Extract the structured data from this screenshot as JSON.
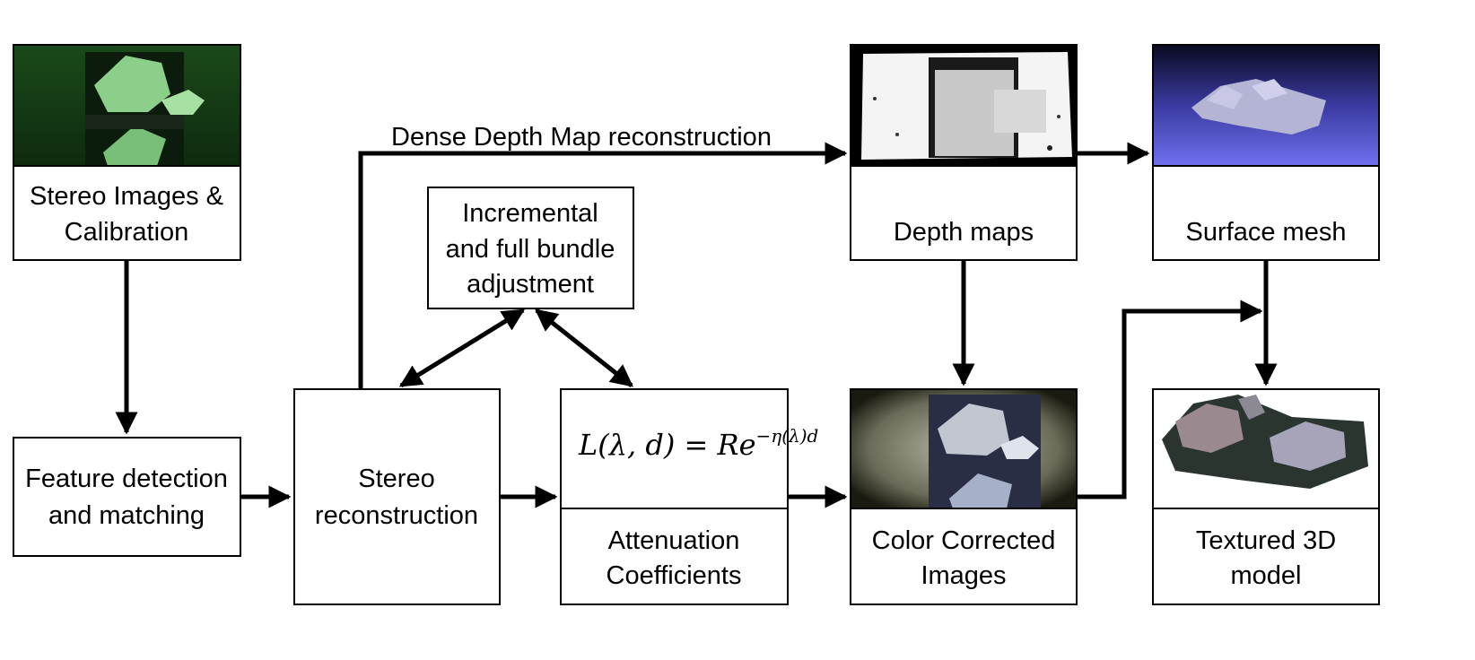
{
  "boxes": {
    "stereo_images": [
      "Stereo Images &",
      "Calibration"
    ],
    "feature_detection": [
      "Feature detection",
      "and matching"
    ],
    "stereo_reconstruction": [
      "Stereo",
      "reconstruction"
    ],
    "bundle_adjustment": [
      "Incremental",
      "and full bundle",
      "adjustment"
    ],
    "attenuation": [
      "Attenuation",
      "Coefficients"
    ],
    "depth_maps": [
      "Depth maps"
    ],
    "surface_mesh": [
      "Surface mesh"
    ],
    "color_corrected": [
      "Color Corrected",
      "Images"
    ],
    "textured_model": [
      "Textured 3D",
      "model"
    ]
  },
  "edge_labels": {
    "dense_depth": "Dense Depth Map reconstruction"
  },
  "equation": {
    "lhs": "L(λ, d) = Re",
    "exponent": "−η(λ)d"
  },
  "colors": {
    "stroke": "#000000",
    "green_thumb": "#1f5a1f",
    "mesh_bg_top": "#101028",
    "mesh_bg_bottom": "#6e6ef0"
  }
}
